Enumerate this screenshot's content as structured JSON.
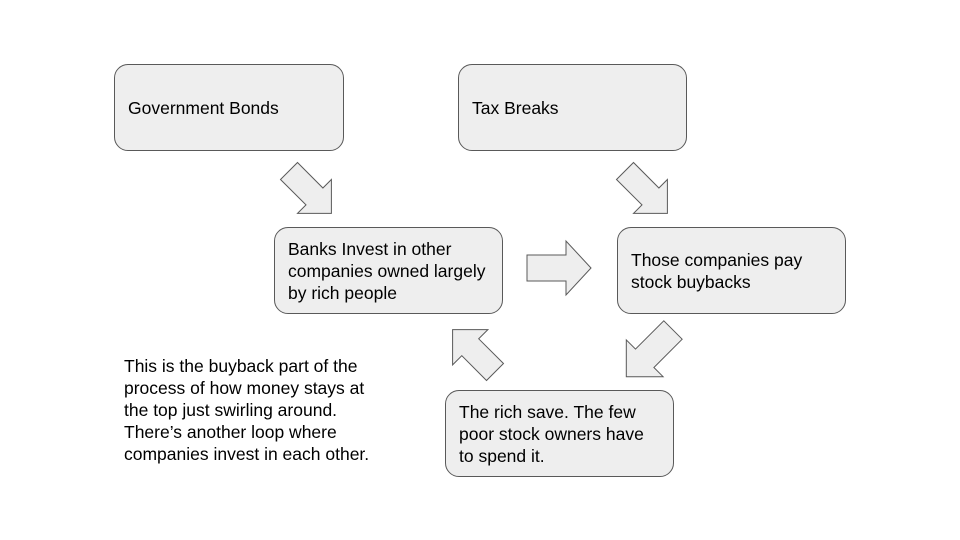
{
  "diagram": {
    "nodes": {
      "government_bonds": "Government Bonds",
      "tax_breaks": "Tax Breaks",
      "banks_invest": "Banks Invest in other companies owned largely by rich people",
      "companies_buybacks": "Those companies pay stock buybacks",
      "rich_save": "The rich save. The few poor stock owners have to spend it."
    },
    "note": "This is the buyback part of the\nprocess of how money stays at\nthe top just swirling around.\nThere’s another loop where\ncompanies invest in each other.",
    "edges": [
      {
        "from": "government_bonds",
        "to": "banks_invest"
      },
      {
        "from": "tax_breaks",
        "to": "companies_buybacks"
      },
      {
        "from": "banks_invest",
        "to": "companies_buybacks"
      },
      {
        "from": "companies_buybacks",
        "to": "rich_save"
      },
      {
        "from": "rich_save",
        "to": "banks_invest"
      }
    ],
    "colors": {
      "box_fill": "#eeeeee",
      "box_border": "#595959",
      "text": "#000000"
    }
  }
}
